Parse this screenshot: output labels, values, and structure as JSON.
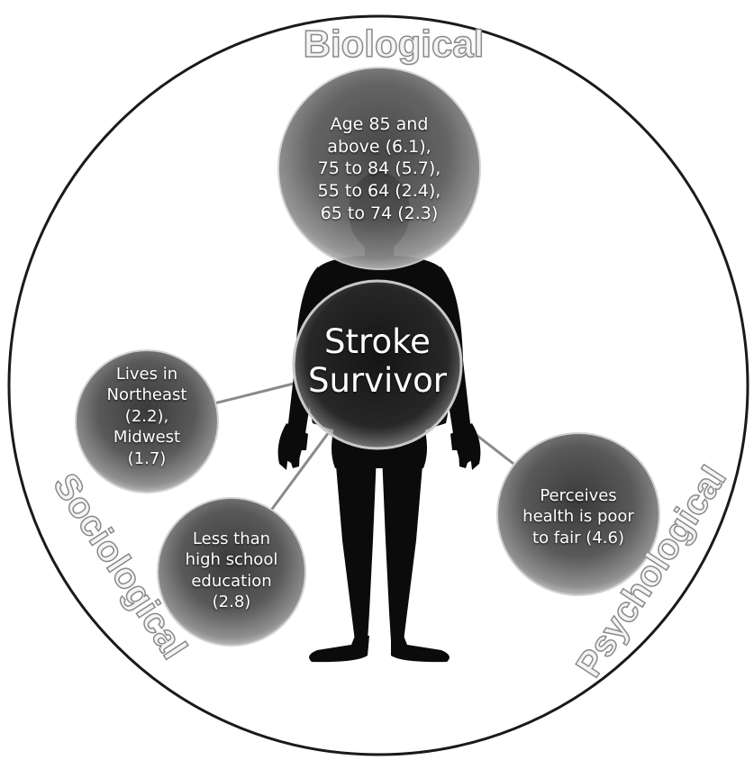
{
  "domains": {
    "top": "Biological",
    "left": "Sociological",
    "right": "Psychological"
  },
  "center": {
    "lines": [
      "Stroke",
      "Survivor"
    ]
  },
  "nodes": {
    "age": [
      "Age 85 and",
      "above (6.1),",
      "75 to 84 (5.7),",
      "55 to 64 (2.4),",
      "65 to 74 (2.3)"
    ],
    "region": [
      "Lives in",
      "Northeast",
      "(2.2),",
      "Midwest",
      "(1.7)"
    ],
    "education": [
      "Less than",
      "high school",
      "education",
      "(2.8)"
    ],
    "health": [
      "Perceives",
      "health is poor",
      "to fair (4.6)"
    ]
  },
  "colors": {
    "outer_ring": "#1a1a1a",
    "bubble_light": "#d8d8d8",
    "bubble_dark": "#262626",
    "silhouette": "#0b0b0b",
    "domain_text": "#f4f4f4",
    "domain_outline": "#8a8a8a"
  }
}
